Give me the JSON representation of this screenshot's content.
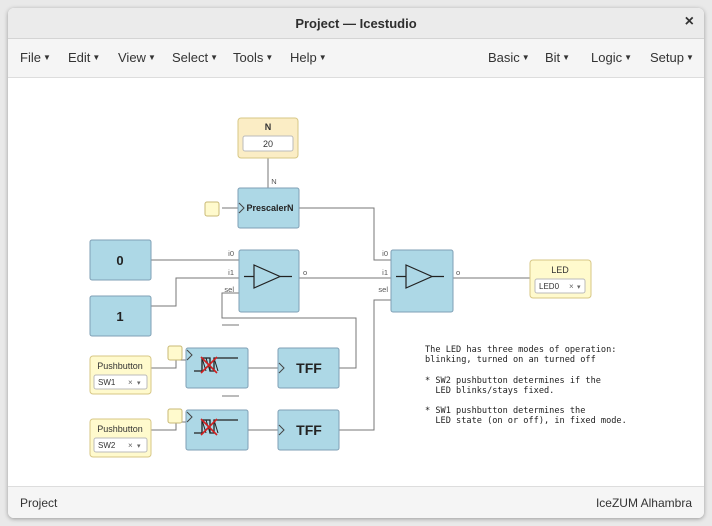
{
  "window": {
    "title": "Project — Icestudio",
    "close_glyph": "×"
  },
  "menu_left": [
    {
      "label": "File"
    },
    {
      "label": "Edit"
    },
    {
      "label": "View"
    },
    {
      "label": "Select"
    },
    {
      "label": "Tools"
    },
    {
      "label": "Help"
    }
  ],
  "menu_right": [
    {
      "label": "Basic"
    },
    {
      "label": "Bit"
    },
    {
      "label": "Logic"
    },
    {
      "label": "Setup"
    }
  ],
  "canvas": {
    "param_n": {
      "label": "N",
      "value": "20"
    },
    "prescaler": {
      "label": "PrescalerN",
      "port_n": "N"
    },
    "const0": {
      "value": "0"
    },
    "const1": {
      "value": "1"
    },
    "mux1": {
      "i0": "i0",
      "i1": "i1",
      "sel": "sel",
      "o": "o"
    },
    "mux2": {
      "i0": "i0",
      "i1": "i1",
      "sel": "sel",
      "o": "o"
    },
    "output_led": {
      "label": "LED",
      "pin": "LED0"
    },
    "input_sw1": {
      "label": "Pushbutton",
      "pin": "SW1"
    },
    "input_sw2": {
      "label": "Pushbutton",
      "pin": "SW2"
    },
    "tff1": {
      "label": "TFF"
    },
    "tff2": {
      "label": "TFF"
    },
    "select_clear": "×",
    "select_caret": "▾",
    "comment": [
      "The LED has three modes of operation:",
      "blinking, turned on an turned off",
      "",
      "* SW2 pushbutton determines if the",
      "  LED blinks/stays fixed.",
      "",
      "* SW1 pushbutton determines the",
      "  LED state (on or off), in fixed mode."
    ]
  },
  "footer": {
    "left": "Project",
    "right": "IceZUM Alhambra"
  },
  "colors": {
    "block_blue": "#add8e6",
    "block_border": "#7f9fb5",
    "io_yellow": "#fffacd",
    "io_border": "#d7c785",
    "param_bg": "#fbedc5",
    "wire": "#777777"
  }
}
